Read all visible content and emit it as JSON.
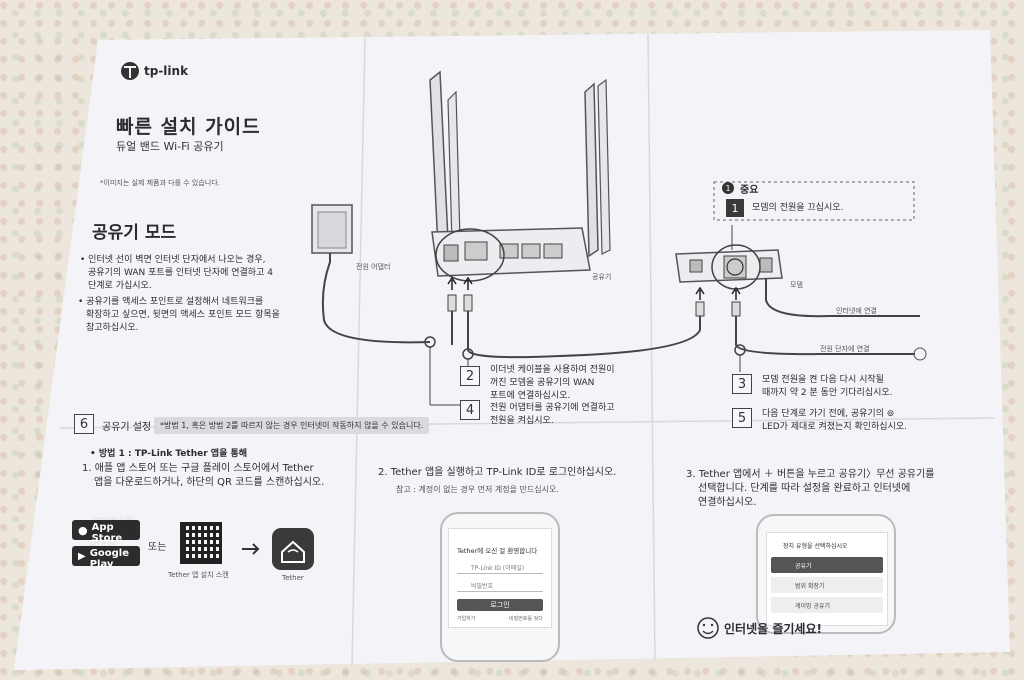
{
  "brand": {
    "logo_text": "tp-link"
  },
  "header": {
    "title": "빠른 설치 가이드",
    "subtitle": "듀얼 밴드 Wi-Fi 공유기",
    "disclaimer": "*이미지는 실제 제품과 다를 수 있습니다."
  },
  "router_mode": {
    "title": "공유기 모드",
    "bullet1": [
      "• 인터넷 선이 벽면 인터넷 단자에서 나오는 경우,",
      "공유기의 WAN 포트를 인터넷 단자에 연결하고 4",
      "단계로 가십시오."
    ],
    "bullet2": [
      "• 공유기를 액세스 포인트로 설정해서 네트워크를",
      "확장하고 싶으면, 뒷면의 액세스 포인트 모드 항목을",
      "참고하십시오."
    ]
  },
  "diagram": {
    "power_adapter_label": "전원 어댑터",
    "router_label": "공유기",
    "modem_label": "모뎀",
    "internet_connect_label": "인터넷에 연결",
    "power_outlet_label": "전원 단자에 연결"
  },
  "important": {
    "icon_num": "1",
    "label": "중요",
    "step_num": "1",
    "step_text": "모뎀의 전원을 끄십시오."
  },
  "steps": [
    {
      "num": "2",
      "lines": [
        "이더넷 케이블을 사용하여 전원이",
        "꺼진 모뎀을 공유기의 WAN",
        "포트에 연결하십시오."
      ]
    },
    {
      "num": "4",
      "lines": [
        "전원 어댑터를 공유기에 연결하고",
        "전원을 켜십시오."
      ]
    },
    {
      "num": "3",
      "lines": [
        "모뎀 전원을 켠 다음 다시 시작될",
        "때까지 약 2 분 동안 기다리십시오."
      ]
    },
    {
      "num": "5",
      "lines": [
        "다음 단계로 가기 전에, 공유기의 ⊚",
        "LED가 제대로 켜졌는지 확인하십시오."
      ]
    }
  ],
  "setup": {
    "step_num": "6",
    "title": "공유기 설정",
    "note": "*방법 1, 혹은 방법 2를 따르지 않는 경우 인터넷이 작동하지 않을 수 있습니다.",
    "method_title": "• 방법 1 :  TP-Link Tether 앱을 통해",
    "instruction1": [
      "1. 애플 앱 스토어 또는 구글 플레이 스토어에서 Tether",
      "앱을 다운로드하거나, 하단의 QR 코드를 스캔하십시오."
    ],
    "app_store_small": "Download on the",
    "app_store": "App Store",
    "google_play_small": "GET IT ON",
    "google_play": "Google Play",
    "or_text": "또는",
    "qr_caption": "Tether 앱 설치 스캔",
    "tether_caption": "Tether"
  },
  "step_tether_login": {
    "text": "2. Tether 앱을 실행하고 TP-Link ID로 로그인하십시오.",
    "note": "참고 : 계정이 없는 경우 먼저 계정을 만드십시오.",
    "phone_title": "Tether에 오신 걸 환영합니다",
    "id_field": "TP-Link ID (이메일)",
    "pw_field": "비밀번호",
    "login_btn": "로그인",
    "signup": "가입하기",
    "forgot": "비밀번호를 잊다"
  },
  "step_tether_add": {
    "lines": [
      "3. Tether 앱에서 ＋ 버튼을 누르고 공유기〉무선 공유기를",
      "선택합니다. 단계를 따라 설정을 완료하고 인터넷에",
      "연결하십시오."
    ],
    "phone_title": "장치 유형을 선택하십시오",
    "row1": "공유기",
    "row2": "범위 확장기",
    "row3": "게이밍 공유기"
  },
  "footer": {
    "enjoy": "인터넷을 즐기세요!"
  }
}
